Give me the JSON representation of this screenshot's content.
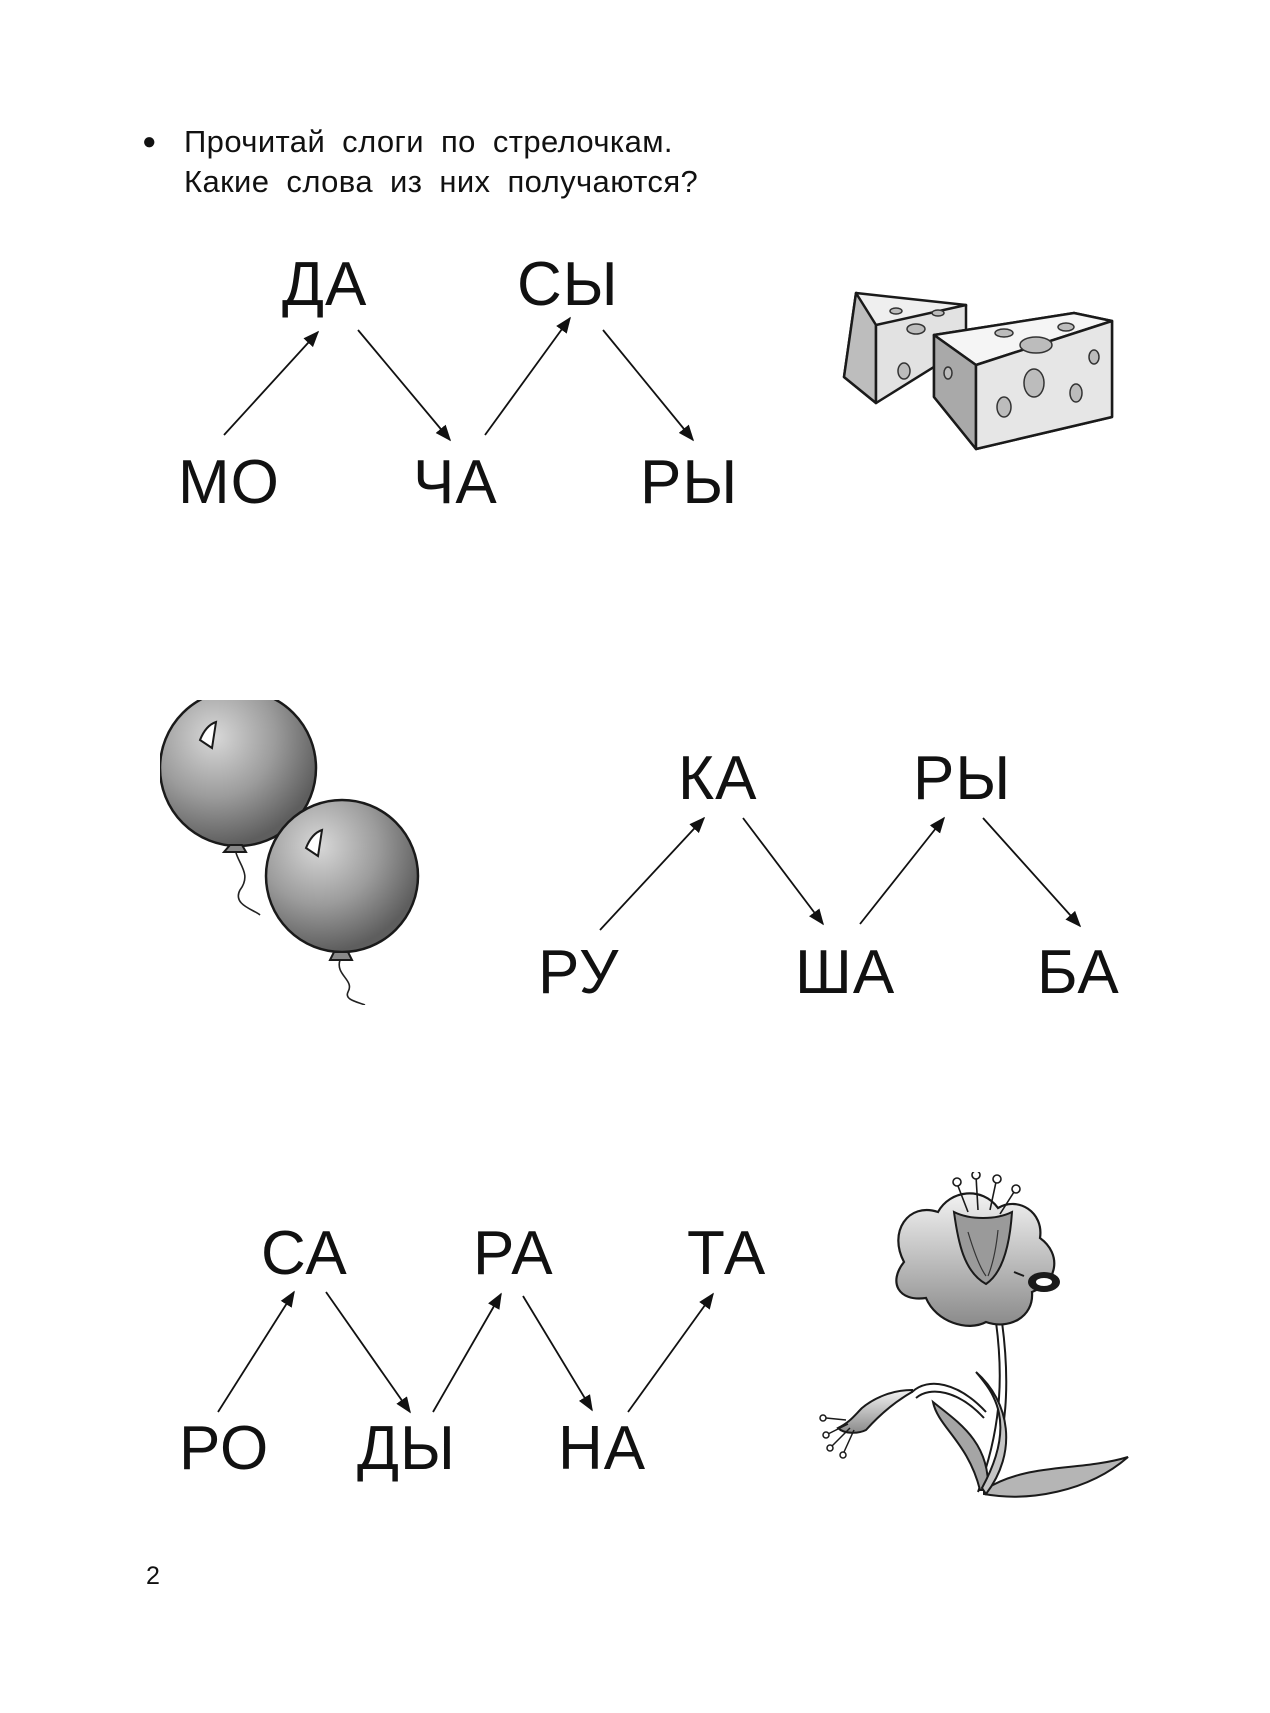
{
  "instruction": {
    "bullet": "●",
    "line1": "Прочитай слоги по стрелочкам.",
    "line2": "Какие слова из них получаются?"
  },
  "puzzles": [
    {
      "picture": "cheese-icon",
      "syllables": [
        "МО",
        "ДА",
        "ЧА",
        "СЫ",
        "РЫ"
      ]
    },
    {
      "picture": "balloons-icon",
      "syllables": [
        "РУ",
        "КА",
        "ША",
        "РЫ",
        "БА"
      ]
    },
    {
      "picture": "flower-icon",
      "syllables": [
        "РО",
        "СА",
        "ДЫ",
        "РА",
        "НА",
        "ТА"
      ]
    }
  ],
  "page_number": "2",
  "colors": {
    "ink": "#111111",
    "balloon": "#9a9a9a",
    "cheese": "#dcdcdc"
  }
}
